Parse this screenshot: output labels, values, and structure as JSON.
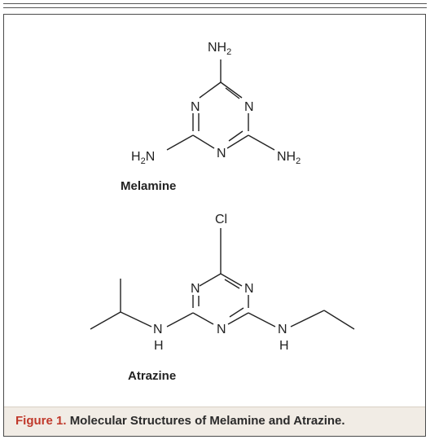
{
  "figure": {
    "number": "Figure 1.",
    "caption": "Molecular Structures of Melamine and Atrazine.",
    "caption_number_color": "#c0392b",
    "caption_background": "#f1ece5"
  },
  "melamine": {
    "name": "Melamine",
    "top_group": "NH2",
    "left_group": "H2N",
    "right_group": "NH2",
    "ring_atoms": [
      "N",
      "N",
      "N"
    ]
  },
  "atrazine": {
    "name": "Atrazine",
    "top_group": "Cl",
    "ring_atoms": [
      "N",
      "N",
      "N"
    ],
    "left_nh": "N",
    "left_h": "H",
    "right_nh": "N",
    "right_h": "H"
  }
}
